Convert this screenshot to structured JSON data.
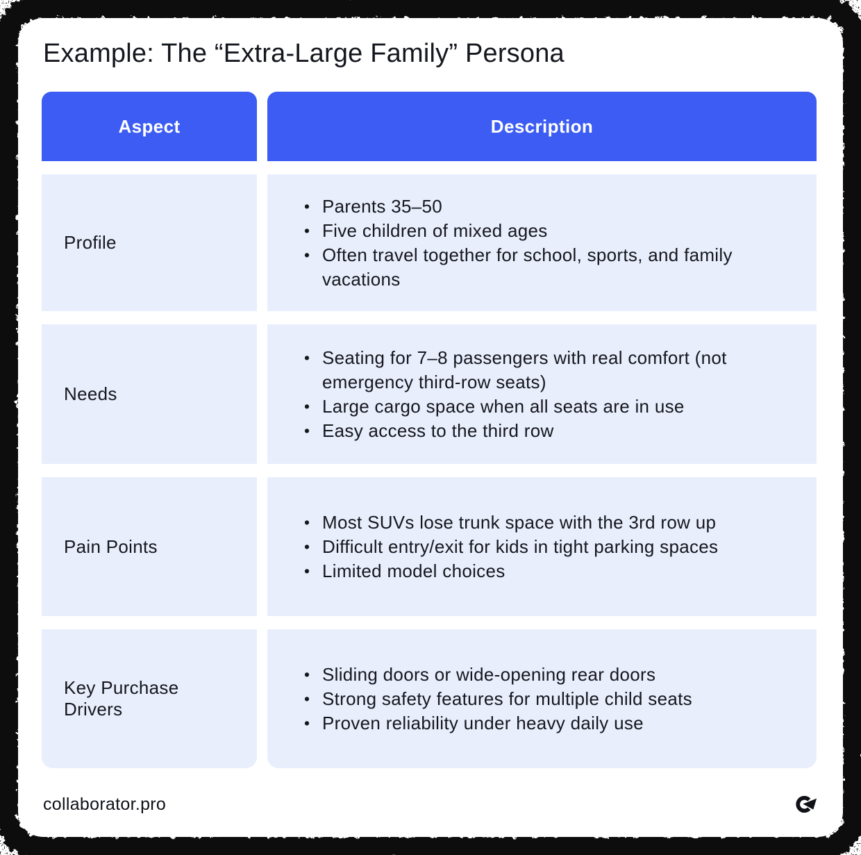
{
  "page": {
    "title": "Example: The “Extra-Large Family” Persona"
  },
  "table": {
    "headers": {
      "aspect": "Aspect",
      "description": "Description"
    },
    "rows": [
      {
        "aspect": "Profile",
        "bullets": [
          "Parents 35–50",
          "Five children of mixed ages",
          "Often travel together for school, sports, and family vacations"
        ]
      },
      {
        "aspect": "Needs",
        "bullets": [
          "Seating for 7–8 passengers with real comfort (not emergency third-row seats)",
          "Large cargo space when all seats are in use",
          "Easy access to the third row"
        ]
      },
      {
        "aspect": "Pain Points",
        "bullets": [
          "Most SUVs lose trunk space with the 3rd row up",
          "Difficult entry/exit for kids in tight parking spaces",
          "Limited model choices"
        ]
      },
      {
        "aspect": "Key Purchase Drivers",
        "bullets": [
          "Sliding doors or wide-opening rear doors",
          "Strong safety features for multiple child seats",
          "Proven reliability under heavy daily use"
        ]
      }
    ]
  },
  "footer": {
    "site": "collaborator.pro",
    "logo_icon": "c-arrow-logo-icon"
  },
  "icons": {
    "bullet_glyph": "•"
  },
  "colors": {
    "accent_blue": "#3C5CF3",
    "cell_background": "#E9EEFC",
    "text_dark": "#15171E",
    "frame_black": "#0B0B0B"
  }
}
